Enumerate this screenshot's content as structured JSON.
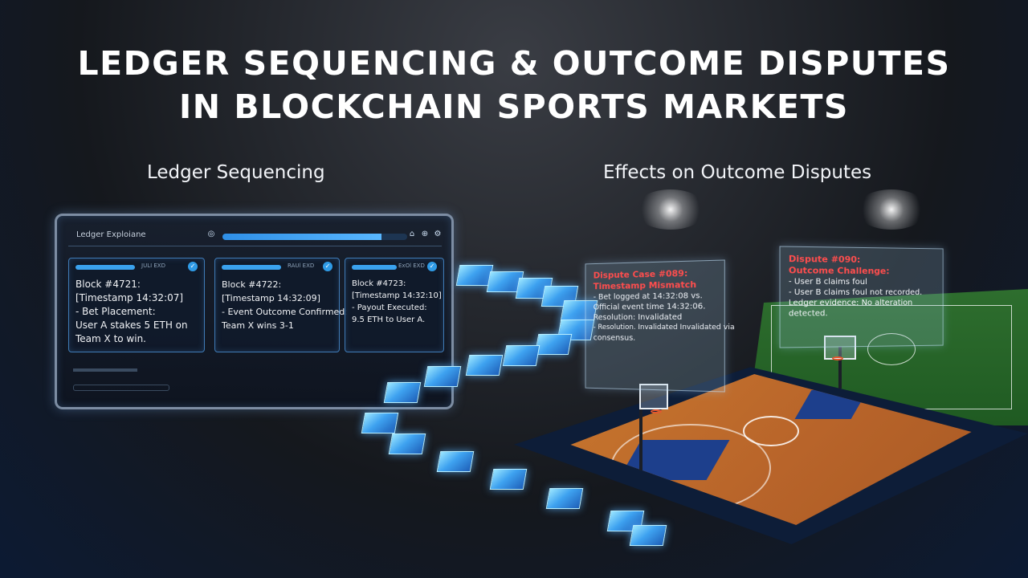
{
  "title_line1": "LEDGER SEQUENCING & OUTCOME DISPUTES",
  "title_line2": "IN BLOCKCHAIN SPORTS MARKETS",
  "left_section": "Ledger Sequencing",
  "right_section": "Effects on Outcome Disputes",
  "ledger": {
    "header_title": "Ledger Exploiane",
    "blocks": [
      {
        "meta": "JULI EXD",
        "lines": [
          "Block #4721:",
          "[Timestamp 14:32:07]",
          "- Bet Placement:",
          "User A stakes 5 ETH on",
          "Team X to win."
        ]
      },
      {
        "meta": "RAUl EXD",
        "lines": [
          "Block #4722:",
          "[Timestamp 14:32:09]",
          "- Event Outcome Confirmed:",
          "Team X wins 3-1"
        ]
      },
      {
        "meta": "ExOl EXD",
        "lines": [
          "Block #4723:",
          "[Timestamp 14:32:10]",
          "- Payout Executed:",
          "9.5 ETH to User A."
        ]
      }
    ]
  },
  "disputes": [
    {
      "title_lines": [
        "Dispute Case #089:",
        "Timestamp Mismatch"
      ],
      "lines": [
        "- Bet logged at 14:32:08 vs.",
        "Official event time 14:32:06.",
        "Resolution: Invalidated",
        "- Resolution. Invalidated  Invalidated via",
        "consensus."
      ]
    },
    {
      "title_lines": [
        "Dispute #090:",
        "Outcome Challenge:"
      ],
      "lines": [
        "- User B claims foul",
        "- User B claims foul not recorded.",
        "Ledger evidence: No alteration",
        "detected."
      ]
    }
  ],
  "colors": {
    "accent": "#3aa2ee",
    "dispute_red": "#ff4d4d",
    "court": "#c8772e",
    "paint": "#1d3f8c"
  }
}
